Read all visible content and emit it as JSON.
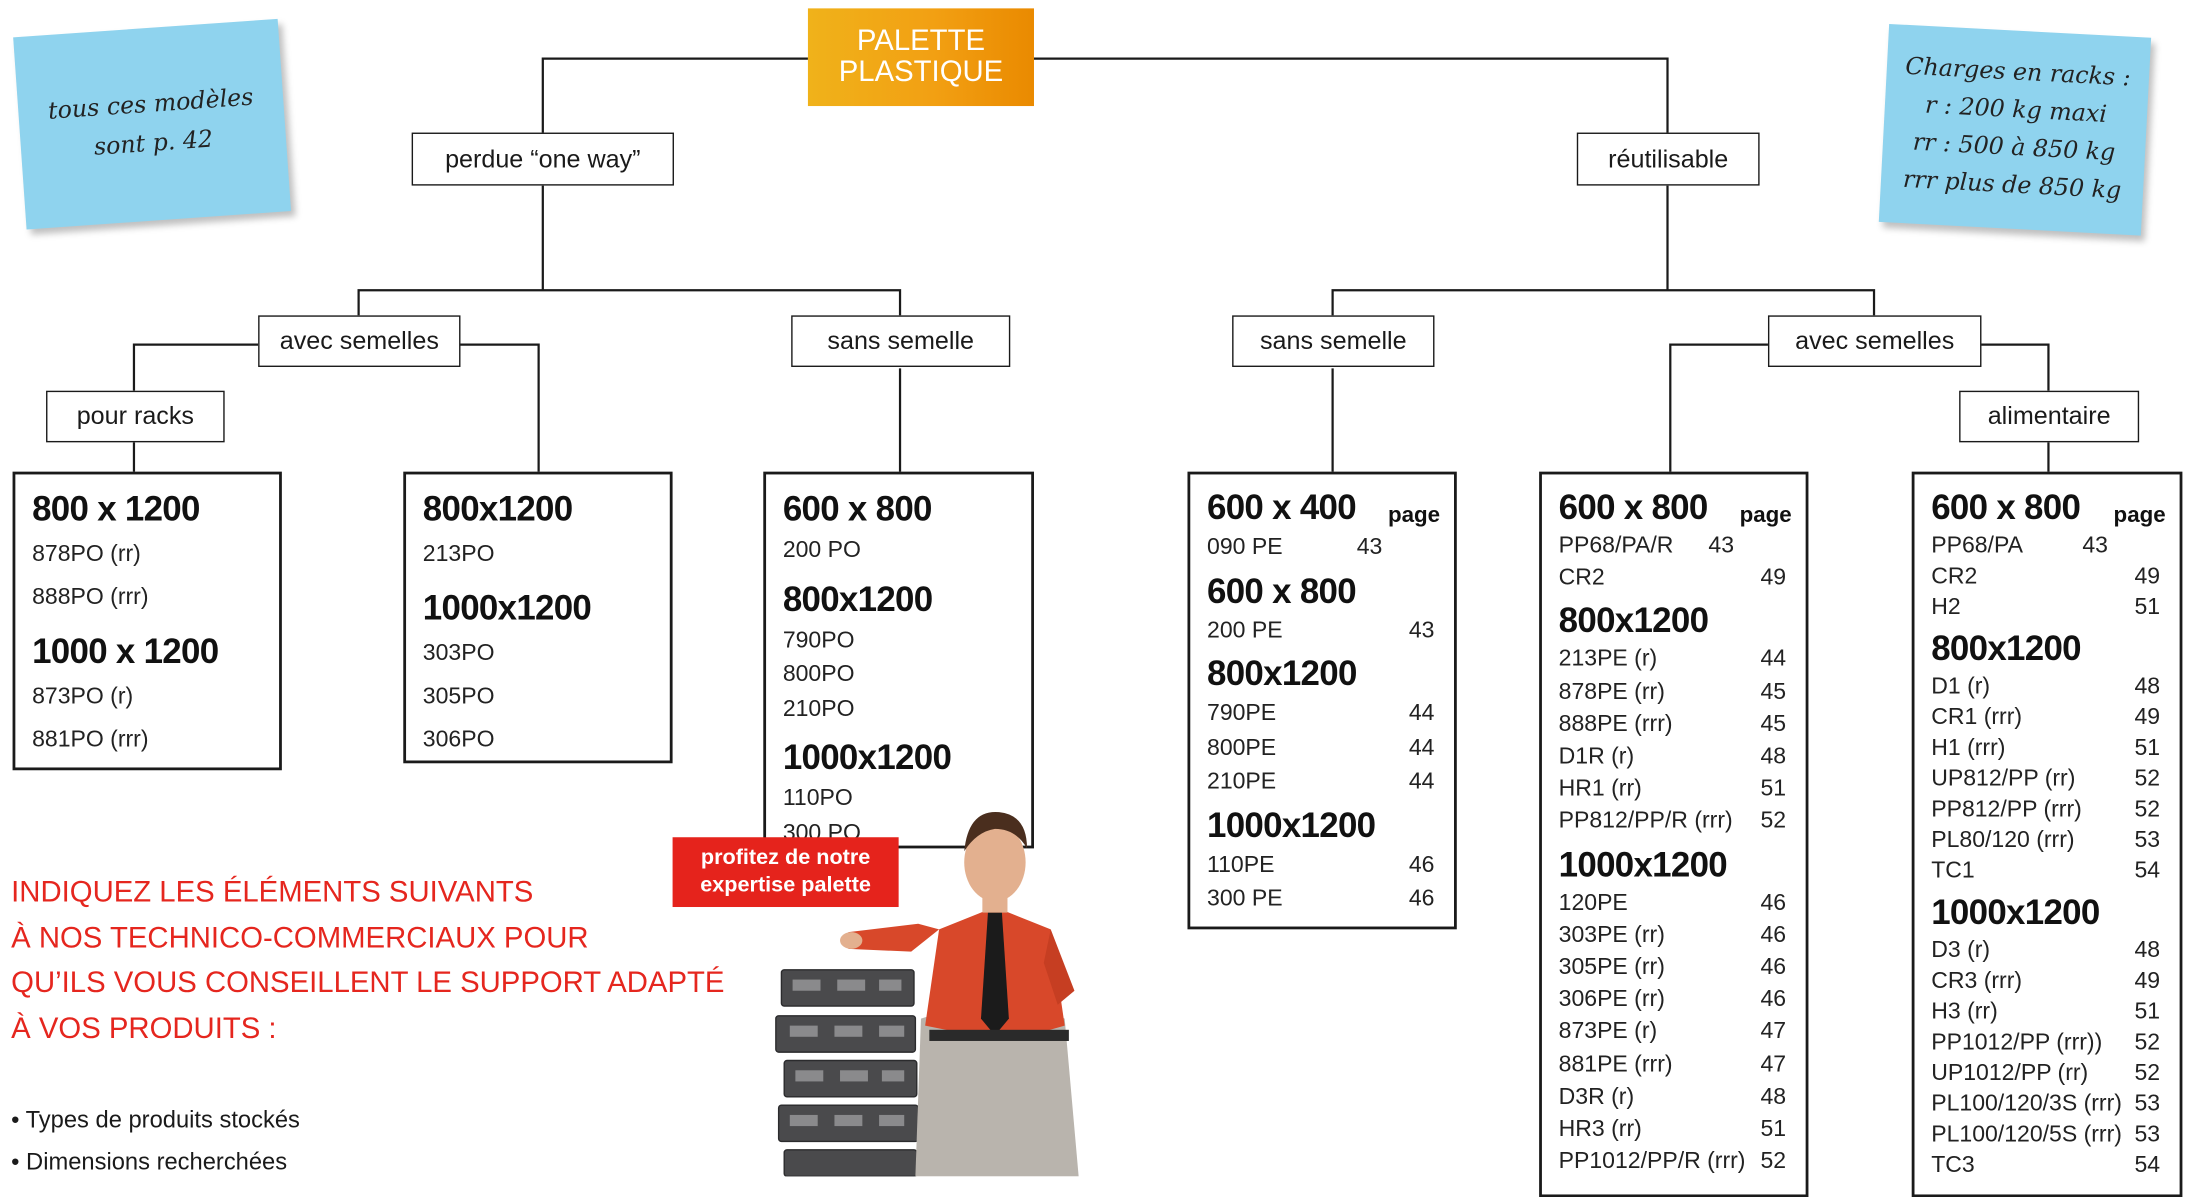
{
  "root": {
    "line1": "PALETTE",
    "line2": "PLASTIQUE"
  },
  "branches": {
    "perdue": "perdue “one way”",
    "reutilisable": "réutilisable",
    "p_avec": "avec semelles",
    "p_sans": "sans semelle",
    "pour_racks": "pour racks",
    "r_sans": "sans semelle",
    "r_avec": "avec semelles",
    "alimentaire": "alimentaire"
  },
  "notes": {
    "left": {
      "l1": "tous ces modèles",
      "l2": "sont p. 42"
    },
    "right": {
      "l1": "Charges en racks :",
      "l2": "r : 200 kg maxi",
      "l3": "rr : 500 à 850 kg",
      "l4": "rrr plus de 850 kg"
    }
  },
  "page_label": "page",
  "boxes": [
    {
      "groups": [
        {
          "title": "800 x 1200",
          "items": [
            {
              "name": "878PO (rr)",
              "page": ""
            },
            {
              "name": "888PO (rrr)",
              "page": ""
            }
          ]
        },
        {
          "title": "1000 x 1200",
          "items": [
            {
              "name": "873PO (r)",
              "page": ""
            },
            {
              "name": "881PO (rrr)",
              "page": ""
            }
          ]
        }
      ]
    },
    {
      "groups": [
        {
          "title": "800x1200",
          "items": [
            {
              "name": "213PO",
              "page": ""
            }
          ]
        },
        {
          "title": "1000x1200",
          "items": [
            {
              "name": "303PO",
              "page": ""
            },
            {
              "name": "305PO",
              "page": ""
            },
            {
              "name": "306PO",
              "page": ""
            }
          ]
        }
      ]
    },
    {
      "groups": [
        {
          "title": "600 x 800",
          "items": [
            {
              "name": "200 PO",
              "page": ""
            }
          ]
        },
        {
          "title": "800x1200",
          "items": [
            {
              "name": "790PO",
              "page": ""
            },
            {
              "name": "800PO",
              "page": ""
            },
            {
              "name": "210PO",
              "page": ""
            }
          ]
        },
        {
          "title": "1000x1200",
          "items": [
            {
              "name": "110PO",
              "page": ""
            },
            {
              "name": "300 PO",
              "page": ""
            }
          ]
        }
      ]
    },
    {
      "groups": [
        {
          "title": "600 x 400",
          "items": [
            {
              "name": "090 PE",
              "page": "43"
            }
          ]
        },
        {
          "title": "600 x 800",
          "items": [
            {
              "name": "200 PE",
              "page": "43"
            }
          ]
        },
        {
          "title": "800x1200",
          "items": [
            {
              "name": "790PE",
              "page": "44"
            },
            {
              "name": "800PE",
              "page": "44"
            },
            {
              "name": "210PE",
              "page": "44"
            }
          ]
        },
        {
          "title": "1000x1200",
          "items": [
            {
              "name": "110PE",
              "page": "46"
            },
            {
              "name": "300 PE",
              "page": "46"
            }
          ]
        }
      ]
    },
    {
      "groups": [
        {
          "title": "600 x 800",
          "items": [
            {
              "name": "PP68/PA/R",
              "page": "43"
            },
            {
              "name": "CR2",
              "page": "49"
            }
          ]
        },
        {
          "title": "800x1200",
          "items": [
            {
              "name": "213PE (r)",
              "page": "44"
            },
            {
              "name": "878PE (rr)",
              "page": "45"
            },
            {
              "name": "888PE (rrr)",
              "page": "45"
            },
            {
              "name": "D1R (r)",
              "page": "48"
            },
            {
              "name": "HR1 (rr)",
              "page": "51"
            },
            {
              "name": "PP812/PP/R (rrr)",
              "page": "52"
            }
          ]
        },
        {
          "title": "1000x1200",
          "items": [
            {
              "name": "120PE",
              "page": "46"
            },
            {
              "name": "303PE (rr)",
              "page": "46"
            },
            {
              "name": "305PE (rr)",
              "page": "46"
            },
            {
              "name": "306PE (rr)",
              "page": "46"
            },
            {
              "name": "873PE (r)",
              "page": "47"
            },
            {
              "name": "881PE (rrr)",
              "page": "47"
            },
            {
              "name": "D3R (r)",
              "page": "48"
            },
            {
              "name": "HR3 (rr)",
              "page": "51"
            },
            {
              "name": "PP1012/PP/R (rrr)",
              "page": "52"
            }
          ]
        }
      ]
    },
    {
      "groups": [
        {
          "title": "600 x 800",
          "items": [
            {
              "name": "PP68/PA",
              "page": "43"
            },
            {
              "name": "CR2",
              "page": "49"
            },
            {
              "name": "H2",
              "page": "51"
            }
          ]
        },
        {
          "title": "800x1200",
          "items": [
            {
              "name": "D1 (r)",
              "page": "48"
            },
            {
              "name": "CR1 (rrr)",
              "page": "49"
            },
            {
              "name": "H1 (rrr)",
              "page": "51"
            },
            {
              "name": "UP812/PP (rr)",
              "page": "52"
            },
            {
              "name": "PP812/PP (rrr)",
              "page": "52"
            },
            {
              "name": "PL80/120 (rrr)",
              "page": "53"
            },
            {
              "name": "TC1",
              "page": "54"
            }
          ]
        },
        {
          "title": "1000x1200",
          "items": [
            {
              "name": "D3 (r)",
              "page": "48"
            },
            {
              "name": "CR3 (rrr)",
              "page": "49"
            },
            {
              "name": "H3 (rr)",
              "page": "51"
            },
            {
              "name": "PP1012/PP (rrr))",
              "page": "52"
            },
            {
              "name": "UP1012/PP (rr)",
              "page": "52"
            },
            {
              "name": "PL100/120/3S (rrr)",
              "page": "53"
            },
            {
              "name": "PL100/120/5S (rrr)",
              "page": "53"
            },
            {
              "name": "TC3",
              "page": "54"
            }
          ]
        }
      ]
    }
  ],
  "callout": {
    "l1": "profitez de notre",
    "l2": "expertise palette"
  },
  "cta": {
    "l1": "INDIQUEZ LES ÉLÉMENTS SUIVANTS",
    "l2": "À NOS TECHNICO-COMMERCIAUX POUR",
    "l3": "QU’ILS VOUS CONSEILLENT LE SUPPORT ADAPTÉ",
    "l4": "À VOS PRODUITS :"
  },
  "bullets": [
    "• Types de produits stockés",
    "• Dimensions recherchées"
  ]
}
